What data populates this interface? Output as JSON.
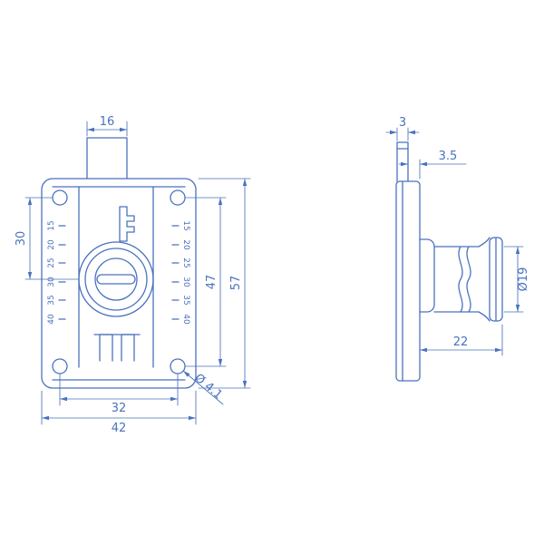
{
  "colors": {
    "line": "#4a72be"
  },
  "front_view": {
    "scale_left": [
      "15",
      "20",
      "25",
      "30",
      "35",
      "40"
    ],
    "scale_right": [
      "15",
      "20",
      "25",
      "30",
      "35",
      "40"
    ],
    "dims": {
      "tab_width": "16",
      "top_to_center": "30",
      "hole_spacing_v": "47",
      "height": "57",
      "hole_spacing_h": "32",
      "width": "42",
      "hole_dia": "Ø 4.1"
    }
  },
  "side_view": {
    "dims": {
      "stem_width": "3",
      "stem_offset": "3.5",
      "cylinder_dia": "Ø19",
      "depth": "22"
    }
  }
}
